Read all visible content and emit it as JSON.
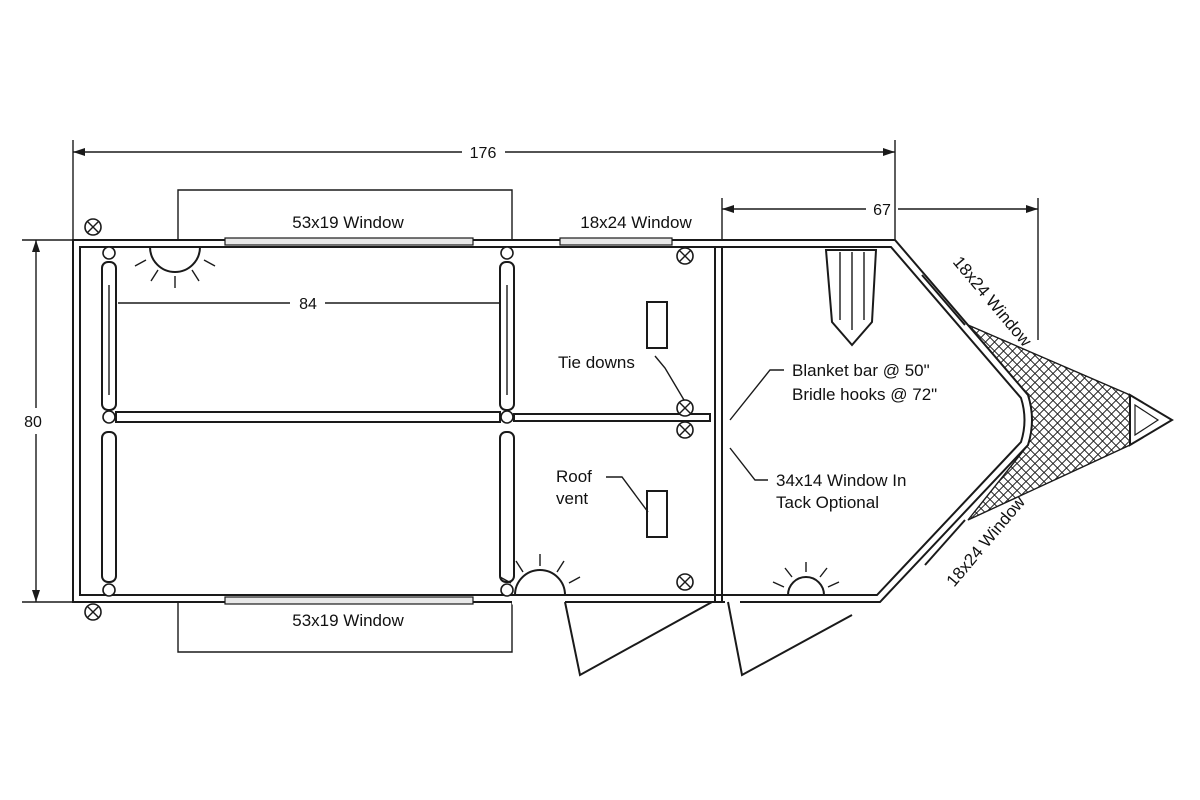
{
  "dimensions": {
    "overall_length": "176",
    "tack_length": "67",
    "stall_length": "84",
    "width": "80"
  },
  "windows": {
    "top_left": "53x19 Window",
    "bottom_left": "53x19 Window",
    "top_right": "18x24 Window",
    "nose_upper": "18x24 Window",
    "nose_lower": "18x24 Window"
  },
  "callouts": {
    "tie_downs": "Tie downs",
    "roof_vent_line1": "Roof",
    "roof_vent_line2": "vent",
    "blanket_bar": "Blanket bar @ 50\"",
    "bridle_hooks": "Bridle hooks @ 72\"",
    "tack_window_line1": "34x14 Window In",
    "tack_window_line2": "Tack Optional"
  }
}
